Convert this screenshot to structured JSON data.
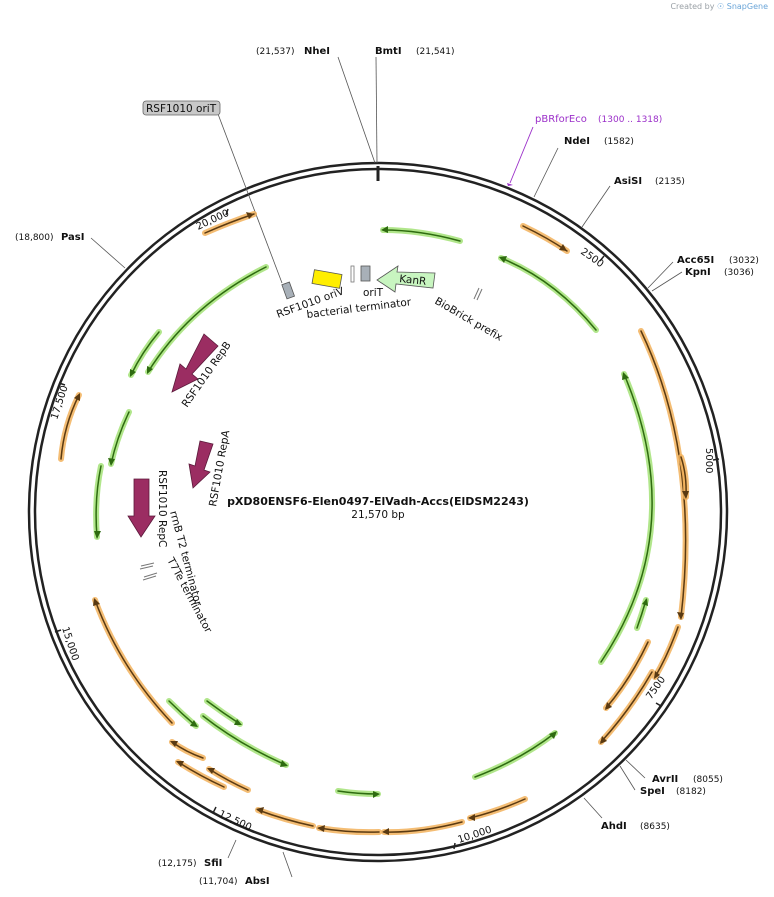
{
  "credit": {
    "prefix": "Created by",
    "brand": "SnapGene"
  },
  "plasmid": {
    "name": "pXD80ENSF6-Elen0497-ElVadh-Accs(ElDSM2243)",
    "size_label": "21,570 bp",
    "length": 21570
  },
  "ticks": [
    "2500",
    "5000",
    "7500",
    "10,000",
    "12,500",
    "15,000",
    "17,500",
    "20,000"
  ],
  "sites": [
    {
      "name": "NheI",
      "pos": "(21,537)"
    },
    {
      "name": "BmtI",
      "pos": "(21,541)"
    },
    {
      "name": "NdeI",
      "pos": "(1582)"
    },
    {
      "name": "AsiSI",
      "pos": "(2135)"
    },
    {
      "name": "Acc65I",
      "pos": "(3032)"
    },
    {
      "name": "KpnI",
      "pos": "(3036)"
    },
    {
      "name": "AvrII",
      "pos": "(8055)"
    },
    {
      "name": "SpeI",
      "pos": "(8182)"
    },
    {
      "name": "AhdI",
      "pos": "(8635)"
    },
    {
      "name": "AbsI",
      "pos": "(11,704)"
    },
    {
      "name": "SfiI",
      "pos": "(12,175)"
    },
    {
      "name": "PasI",
      "pos": "(18,800)"
    }
  ],
  "primer": {
    "name": "pBRforEco",
    "range": "(1300 .. 1318)"
  },
  "features": {
    "rsf1010_orit_box": "RSF1010 oriT",
    "rsf1010_oriv": "RSF1010 oriV",
    "orit": "oriT",
    "bacterial_terminator": "bacterial terminator",
    "kanr": "KanR",
    "biobrick_prefix": "BioBrick prefix",
    "repb": "RSF1010 RepB",
    "repa": "RSF1010 RepA",
    "repc": "RSF1010 RepC",
    "rrnb_t2": "rrnB T2 terminator",
    "t7te": "T7Te terminator"
  },
  "colors": {
    "backbone": "#222222",
    "orf_orange": "#f2b25c",
    "orf_green": "#9ee06e",
    "arrow_dark": "#5a3a12",
    "arrow_green_dark": "#2e6b10",
    "rep_protein": "#9b2d62",
    "oriv": "#ffee00",
    "kanr": "#c8f5c0",
    "primer": "#9b2fc9"
  }
}
